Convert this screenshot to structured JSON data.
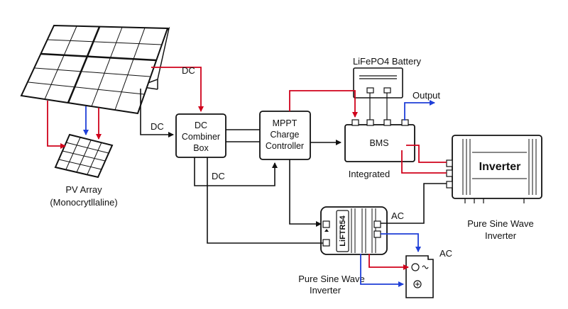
{
  "labels": {
    "pv_array_line1": "PV Array",
    "pv_array_line2": "(Monocrytllaline)",
    "dc_top": "DC",
    "dc_left": "DC",
    "dc_bottom": "DC",
    "combiner_line1": "DC",
    "combiner_line2": "Combiner",
    "combiner_line3": "Box",
    "mppt_line1": "MPPT",
    "mppt_line2": "Charge",
    "mppt_line3": "Controller",
    "battery_title": "LiFePO4 Battery",
    "bms": "BMS",
    "integrated": "Integrated",
    "output": "Output",
    "inverter_name": "Inverter",
    "inverter_caption_line1": "Pure Sine Wave",
    "inverter_caption_line2": "Inverter",
    "ac_upper": "AC",
    "ac_right": "AC",
    "lower_inverter_line1": "Pure Sine Wave",
    "lower_inverter_line2": "Inverter",
    "lower_unit_brand": "LiFTR54"
  },
  "colors": {
    "red": "#d0021b",
    "blue": "#1f3fd8",
    "black": "#111111"
  }
}
